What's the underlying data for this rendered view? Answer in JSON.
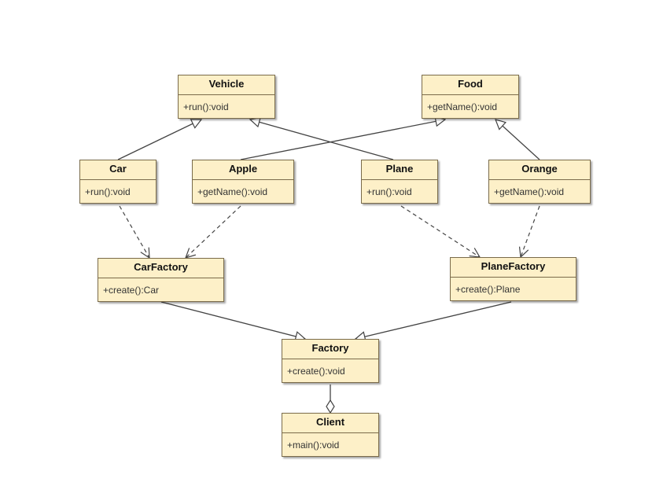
{
  "colors": {
    "box_fill": "#fdf0c8",
    "box_border": "#7a6b4a",
    "line": "#444444"
  },
  "classes": {
    "vehicle": {
      "name": "Vehicle",
      "method": "+run():void"
    },
    "food": {
      "name": "Food",
      "method": "+getName():void"
    },
    "car": {
      "name": "Car",
      "method": "+run():void"
    },
    "apple": {
      "name": "Apple",
      "method": "+getName():void"
    },
    "plane": {
      "name": "Plane",
      "method": "+run():void"
    },
    "orange": {
      "name": "Orange",
      "method": "+getName():void"
    },
    "carfactory": {
      "name": "CarFactory",
      "method": "+create():Car"
    },
    "planefactory": {
      "name": "PlaneFactory",
      "method": "+create():Plane"
    },
    "factory": {
      "name": "Factory",
      "method": "+create():void"
    },
    "client": {
      "name": "Client",
      "method": "+main():void"
    }
  },
  "relations": [
    {
      "from": "Car",
      "to": "Vehicle",
      "type": "generalization"
    },
    {
      "from": "Plane",
      "to": "Vehicle",
      "type": "generalization"
    },
    {
      "from": "Apple",
      "to": "Food",
      "type": "generalization"
    },
    {
      "from": "Orange",
      "to": "Food",
      "type": "generalization"
    },
    {
      "from": "Car",
      "to": "CarFactory",
      "type": "dependency"
    },
    {
      "from": "Apple",
      "to": "CarFactory",
      "type": "dependency"
    },
    {
      "from": "Plane",
      "to": "PlaneFactory",
      "type": "dependency"
    },
    {
      "from": "Orange",
      "to": "PlaneFactory",
      "type": "dependency"
    },
    {
      "from": "CarFactory",
      "to": "Factory",
      "type": "generalization"
    },
    {
      "from": "PlaneFactory",
      "to": "Factory",
      "type": "generalization"
    },
    {
      "from": "Factory",
      "to": "Client",
      "type": "aggregation"
    }
  ]
}
